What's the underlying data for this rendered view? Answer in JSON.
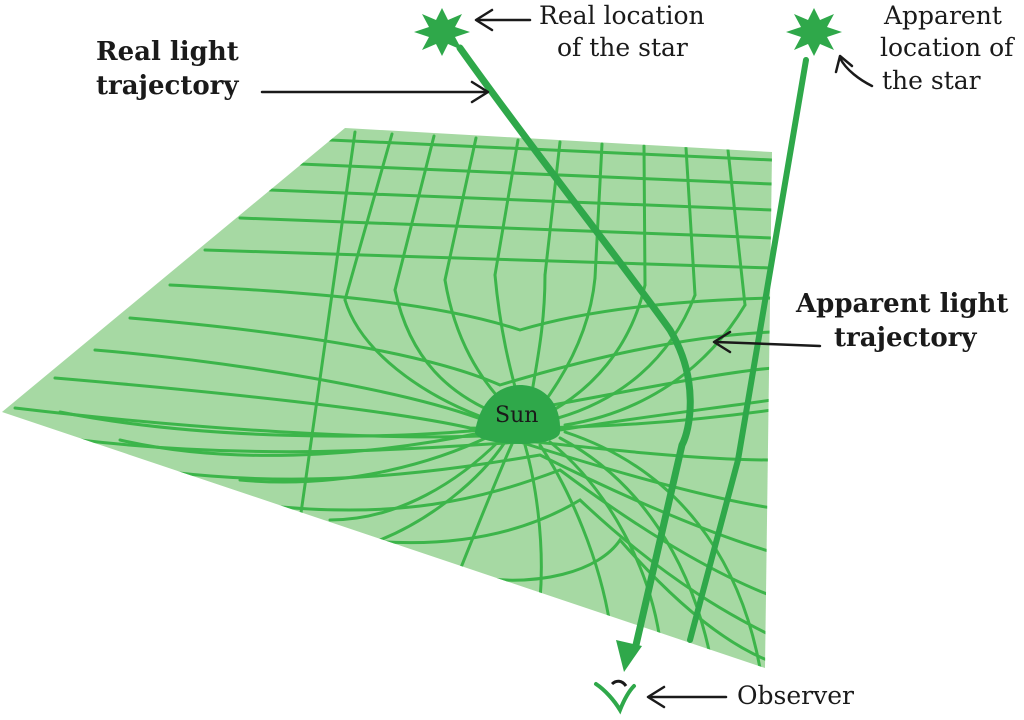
{
  "labels": {
    "real_location_line1": "Real location",
    "real_location_line2": "of the star",
    "apparent_location_line1": "Apparent",
    "apparent_location_line2": "location of",
    "apparent_location_line3": "the star",
    "real_trajectory_line1": "Real light",
    "real_trajectory_line2": "trajectory",
    "apparent_trajectory_line1": "Apparent light",
    "apparent_trajectory_line2": "trajectory",
    "sun": "Sun",
    "observer": "Observer"
  },
  "colors": {
    "sheet": "#a6d9a3",
    "grid": "#3cb54a",
    "accent": "#2fa84a",
    "ink": "#1a1a1a"
  }
}
